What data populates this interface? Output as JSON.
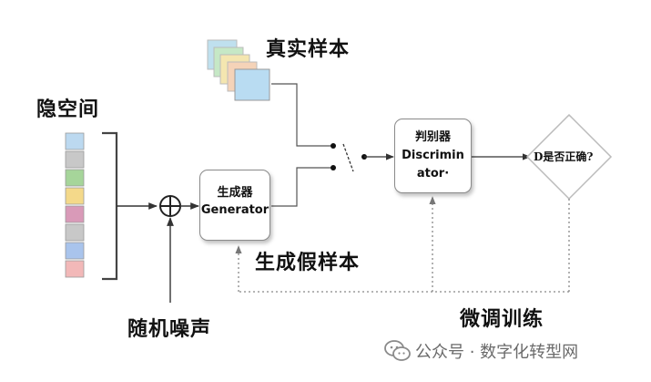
{
  "labels": {
    "real_samples": "真实样本",
    "latent_space": "隐空间",
    "random_noise": "随机噪声",
    "fake_samples": "生成假样本",
    "fine_tune": "微调训练"
  },
  "generator": {
    "line1": "生成器",
    "line2": "Generator"
  },
  "discriminator": {
    "line1": "判别器",
    "line2": "Discrimin",
    "line3": "ator·"
  },
  "decision": {
    "label": "D是否正确?"
  },
  "latent_vector_colors": [
    "#bcd9f0",
    "#c8c8c8",
    "#a6d59a",
    "#f4d98a",
    "#d99ab8",
    "#c8c8c8",
    "#a9c4ec",
    "#f2b8b8"
  ],
  "real_sample_colors": [
    "#bfe0ee",
    "#c6e8c6",
    "#f4e6b0",
    "#f5d3b8",
    "#b9dcf2"
  ],
  "watermark": {
    "text": "公众号 · 数字化转型网"
  }
}
